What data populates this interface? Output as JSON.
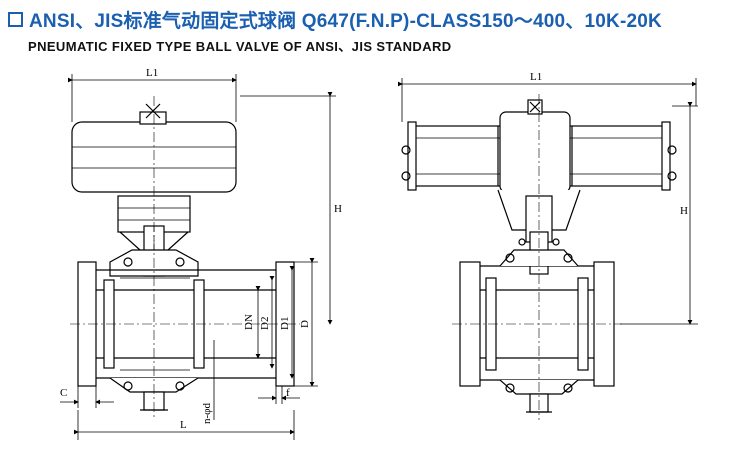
{
  "header": {
    "title": "ANSI、JIS标准气动固定式球阀  Q647(F.N.P)-CLASS150～400、10K-20K",
    "subtitle": "PNEUMATIC FIXED TYPE BALL VALVE OF ANSI、JIS  STANDARD",
    "accent_color": "#1b5fb0"
  },
  "left_view": {
    "dims": {
      "L1": "L1",
      "H": "H",
      "DN": "DN",
      "D2": "D2",
      "D1": "D1",
      "D": "D",
      "C": "C",
      "n_d": "n-φd",
      "f": "f",
      "L": "L"
    }
  },
  "right_view": {
    "dims": {
      "L1": "L1",
      "H": "H"
    }
  }
}
